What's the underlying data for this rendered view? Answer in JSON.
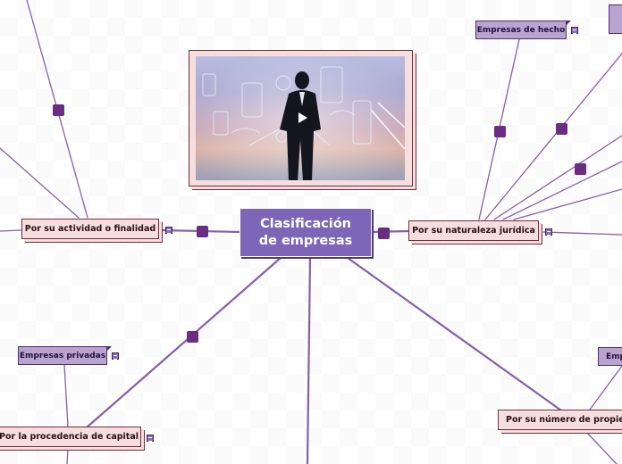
{
  "central_topic": {
    "line1": "Clasificación",
    "line2": "de empresas"
  },
  "nodes": {
    "actividad": "Por su actividad o finalidad",
    "naturaleza": "Por su naturaleza jurídica",
    "capital": "Por la procedencia de capital",
    "propietarios": "Por su número de propieta"
  },
  "tags": {
    "hecho": "Empresas de hecho",
    "privadas": "Empresas privadas",
    "emp_partial": "Emp"
  },
  "colors": {
    "central": "#7d66b7",
    "node_fill": "#f6dede",
    "node_border": "#6e2f3c",
    "tag_fill": "#b9a3cf",
    "line": "#8461a7",
    "handle": "#6a2d80"
  },
  "media": {
    "type": "video",
    "icon": "play-icon"
  }
}
